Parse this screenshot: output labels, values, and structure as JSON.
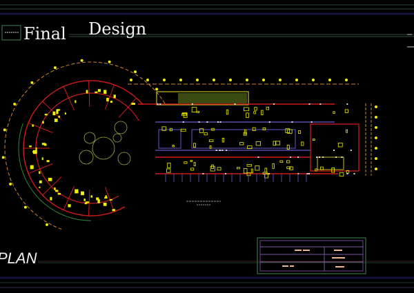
{
  "header": {
    "title_word_1": "Final",
    "title_word_2": "Design"
  },
  "drawing": {
    "plan_label": "PLAN"
  },
  "colors": {
    "wall": "#d01c1c",
    "furniture": "#f0f000",
    "dimension": "#d9862a",
    "frame": "#2e4a3a",
    "band": "#14143c",
    "title_block": "#7a5aa0",
    "cyan": "#5ad0e0"
  }
}
